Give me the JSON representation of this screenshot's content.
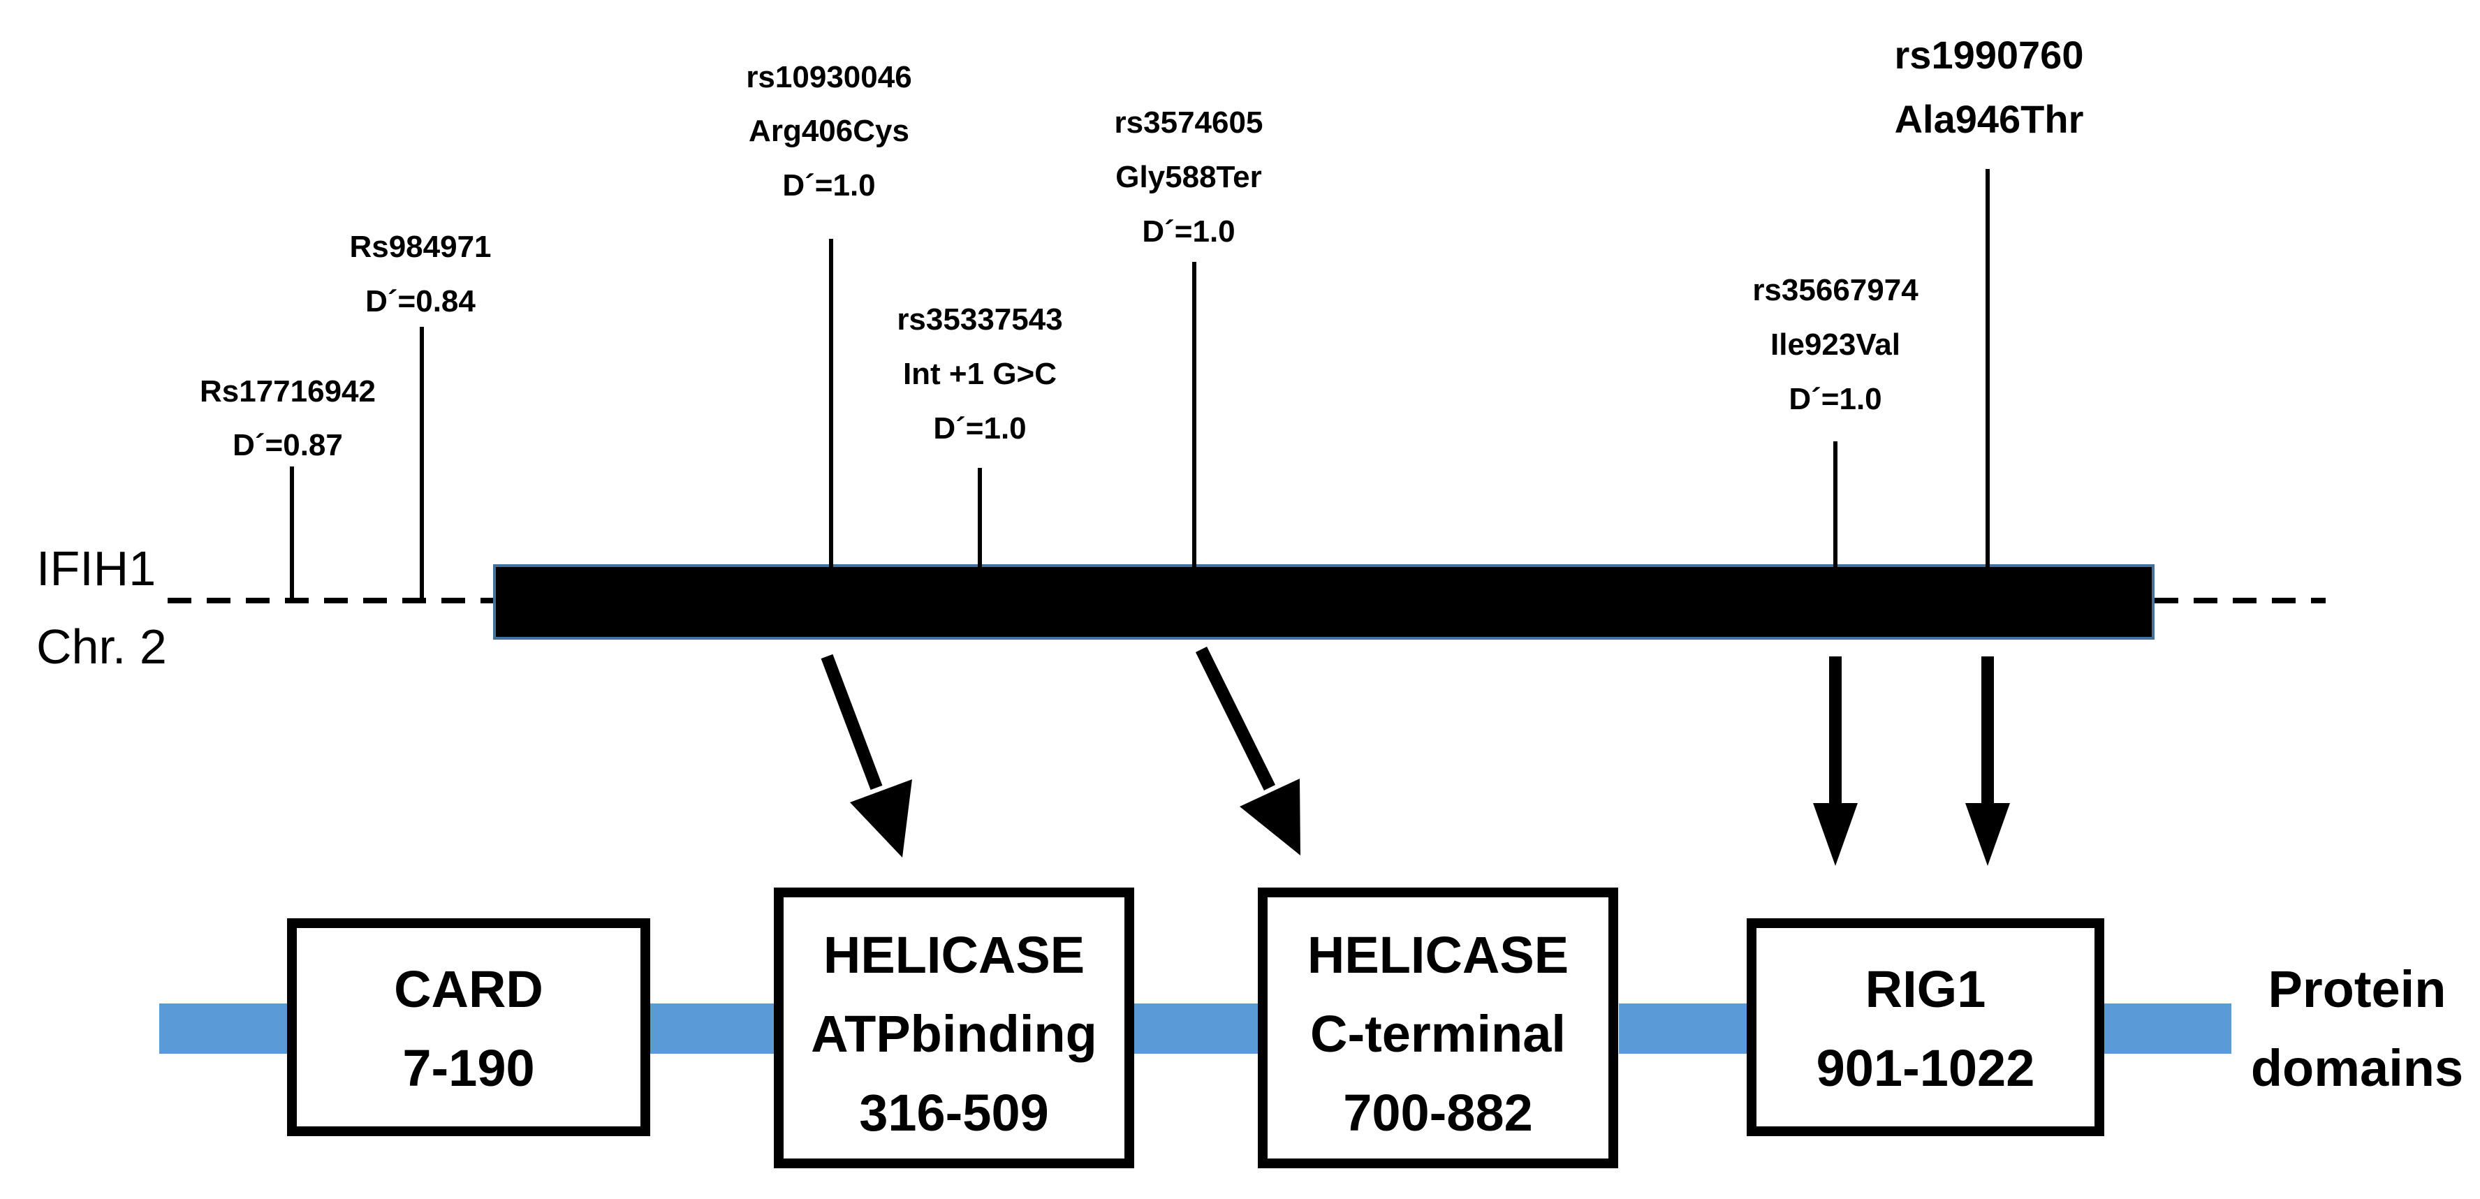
{
  "gene": {
    "name": "IFIH1",
    "chromosome": "Chr. 2"
  },
  "snps": [
    {
      "id": "rs17716942",
      "label": [
        "Rs17716942",
        "D´=0.87"
      ]
    },
    {
      "id": "rs984971",
      "label": [
        "Rs984971",
        "D´=0.84"
      ]
    },
    {
      "id": "rs10930046",
      "label": [
        "rs10930046",
        "Arg406Cys",
        "D´=1.0"
      ]
    },
    {
      "id": "rs35337543",
      "label": [
        "rs35337543",
        "Int +1 G>C",
        "D´=1.0"
      ]
    },
    {
      "id": "rs3574605",
      "label": [
        "rs3574605",
        "Gly588Ter",
        "D´=1.0"
      ]
    },
    {
      "id": "rs35667974",
      "label": [
        "rs35667974",
        "Ile923Val",
        "D´=1.0"
      ]
    },
    {
      "id": "rs1990760",
      "label": [
        "rs1990760",
        "Ala946Thr"
      ]
    }
  ],
  "domains": [
    {
      "id": "card",
      "lines": [
        "CARD",
        "7-190"
      ]
    },
    {
      "id": "helicase-atp",
      "lines": [
        "HELICASE",
        "ATPbinding",
        "316-509"
      ]
    },
    {
      "id": "helicase-ct",
      "lines": [
        "HELICASE",
        "C-terminal",
        "700-882"
      ]
    },
    {
      "id": "rig1",
      "lines": [
        "RIG1",
        "901-1022"
      ]
    }
  ],
  "protein_label": [
    "Protein",
    "domains"
  ],
  "colors": {
    "gene_bar": "#000000",
    "gene_bar_edge": "#41719C",
    "protein_backbone": "#5B9BD5",
    "domain_fill": "#ffffff",
    "stroke": "#000000"
  }
}
